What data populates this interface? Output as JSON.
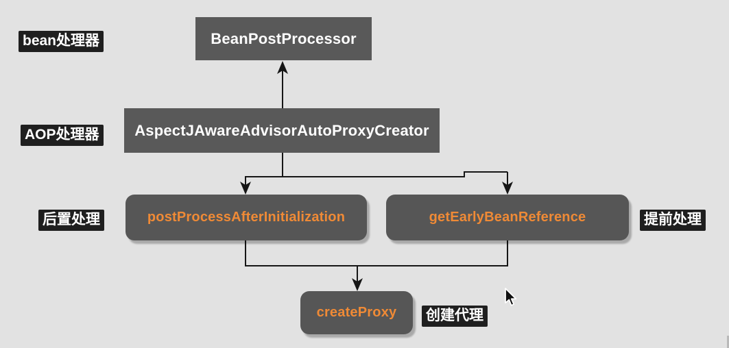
{
  "colors": {
    "bg": "#e2e2e2",
    "boxFill": "#595959",
    "boxText": "#fdfdfd",
    "methodBoxFill": "#565656",
    "methodText": "#ef8a36",
    "labelBg": "#1f1f1f",
    "labelText": "#ffffff",
    "line": "#161616"
  },
  "nodes": {
    "beanPostProcessor": {
      "label": "BeanPostProcessor",
      "kind": "class"
    },
    "autoProxyCreator": {
      "label": "AspectJAwareAdvisorAutoProxyCreator",
      "kind": "class"
    },
    "postProcessAfterInitialization": {
      "label": "postProcessAfterInitialization",
      "kind": "method"
    },
    "getEarlyBeanReference": {
      "label": "getEarlyBeanReference",
      "kind": "method"
    },
    "createProxy": {
      "label": "createProxy",
      "kind": "method"
    }
  },
  "labels": {
    "beanHandler": "bean处理器",
    "aopHandler": "AOP处理器",
    "postHandling": "后置处理",
    "earlyHandling": "提前处理",
    "createProxy": "创建代理"
  },
  "edges": [
    {
      "from": "autoProxyCreator",
      "to": "beanPostProcessor"
    },
    {
      "from": "autoProxyCreator",
      "to": "postProcessAfterInitialization"
    },
    {
      "from": "autoProxyCreator",
      "to": "getEarlyBeanReference"
    },
    {
      "from": "postProcessAfterInitialization",
      "to": "createProxy"
    },
    {
      "from": "getEarlyBeanReference",
      "to": "createProxy"
    }
  ]
}
